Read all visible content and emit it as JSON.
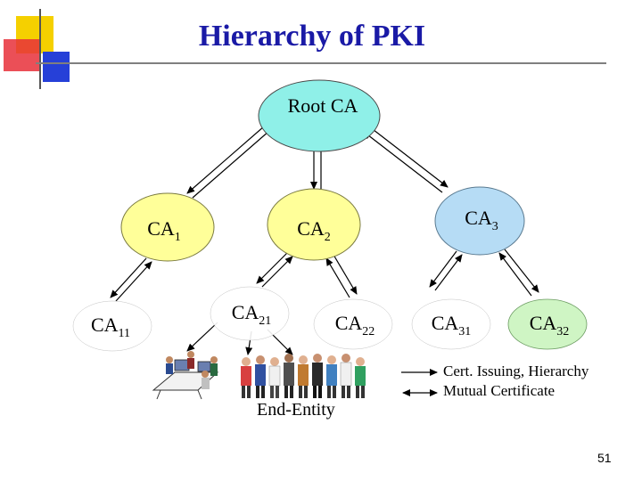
{
  "title": "Hierarchy of PKI",
  "nodes": {
    "root": "Root CA",
    "ca1": {
      "base": "CA",
      "sub": "1"
    },
    "ca2": {
      "base": "CA",
      "sub": "2"
    },
    "ca3": {
      "base": "CA",
      "sub": "3"
    },
    "ca11": {
      "base": "CA",
      "sub": "11"
    },
    "ca21": {
      "base": "CA",
      "sub": "21"
    },
    "ca22": {
      "base": "CA",
      "sub": "22"
    },
    "ca31": {
      "base": "CA",
      "sub": "31"
    },
    "ca32": {
      "base": "CA",
      "sub": "32"
    }
  },
  "end_entity_label": "End-Entity",
  "legend": {
    "single_arrow": "Cert. Issuing, Hierarchy",
    "double_arrow": "Mutual Certificate"
  },
  "colors": {
    "title": "#1a1aa6",
    "root_fill": "#8ff0e8",
    "ca1_fill": "#ffff99",
    "ca2_fill": "#ffff99",
    "ca3_fill": "#b6dcf5",
    "ca32_fill": "#cff5c4",
    "deco_yellow": "#f5d000",
    "deco_red": "#e8303a",
    "deco_blue": "#2640d8"
  },
  "page_number": "51"
}
